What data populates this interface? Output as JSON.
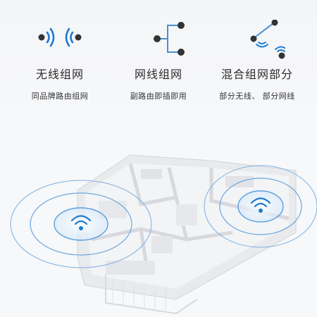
{
  "features": [
    {
      "title": "无线组网",
      "subtitle": "同品牌路由组网",
      "icon": "wireless-wave-icon"
    },
    {
      "title": "网线组网",
      "subtitle": "副路由即插即用",
      "icon": "wired-branch-icon"
    },
    {
      "title": "混合组网部分",
      "subtitle": "部分无线、 部分网线",
      "icon": "hybrid-network-icon"
    }
  ],
  "colors": {
    "accent": "#1e7ad0",
    "dot": "#333333",
    "line": "#4a8fd6",
    "ring": "#5aa0de"
  },
  "scene": {
    "icon": "wifi-signal-icon"
  }
}
